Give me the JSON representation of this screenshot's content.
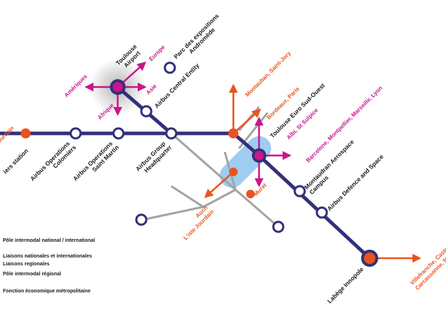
{
  "colors": {
    "main_line": "#32307a",
    "secondary_line": "#a3a3a3",
    "orange": "#e8541c",
    "magenta": "#c8168a",
    "text_dark": "#1a1a1a",
    "zone_blue": "#8ec4ec"
  },
  "stations": {
    "airport": [
      "Toulouse",
      "Airport"
    ],
    "parc_expo": [
      "Parc des expositions",
      "Andromède"
    ],
    "airbus_central": "Airbus Central Entity",
    "colomiers_station": "iers station",
    "airbus_colomiers": [
      "Airbus Operations",
      "Colomiers"
    ],
    "airbus_saint_martin": [
      "Airbus Operations",
      "Saint Martin"
    ],
    "airbus_group_hq": [
      "Airbus Group",
      "Headquarter"
    ],
    "euro_sud_ouest": "Toulouse Euro Sud-Ouest",
    "montaudran": [
      "Montaudran Aerospace",
      "Campus"
    ],
    "airbus_defence": "Airbus Defence and Space",
    "labege": "Labège Innopole"
  },
  "destinations": {
    "europe": "Europe",
    "ameriques": "Amériques",
    "asie": "Asie",
    "afrique": "Afrique",
    "auch_left": "uch, l'Isle Jourdain",
    "montauban": "Montauban, Saint-Jory",
    "bordeaux": "Bordeaux, Paris",
    "albi": "Albi, St Sulpice",
    "barcelone": "Barcelone, Montpellier, Marseille, Lyon",
    "muret": "Muret",
    "auch_bottom": [
      "Auch",
      "L'isle Jourdain"
    ],
    "villefranche": [
      "Villefranche, Castelna",
      "Carcassonne, Narb"
    ]
  },
  "legend": {
    "national_hub": "Pôle intermodal national / international",
    "national_links": "Liaisons nationales et internationales",
    "regional_links": "Liaisons regionales",
    "regional_hub": "Pôle intermodal régional",
    "metro_function": "Fonction économique métropolitaine"
  }
}
